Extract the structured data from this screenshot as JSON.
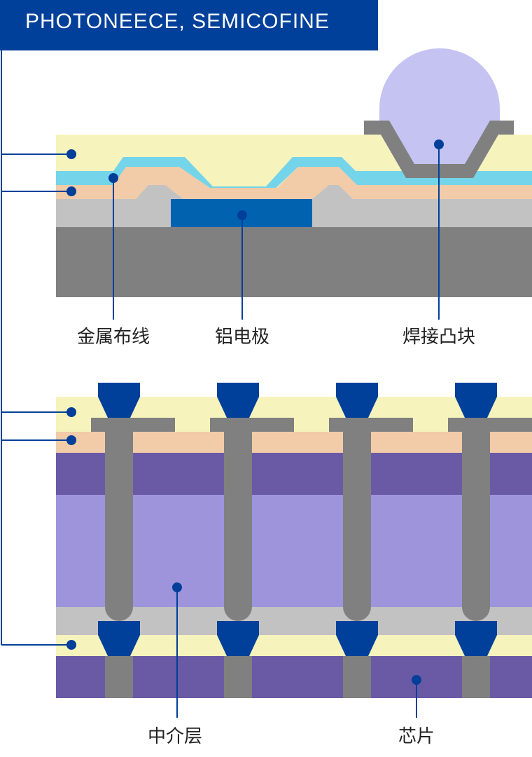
{
  "header": {
    "title": "PHOTONEECE, SEMICOFINE"
  },
  "labels": {
    "metal_wiring": "金属布线",
    "aluminum_electrode": "铝电极",
    "solder_bump": "焊接凸块",
    "interposer": "中介层",
    "chip": "芯片"
  },
  "colors": {
    "brand_blue": "#00409a",
    "marker_dot": "#003f99",
    "cream_layer": "#f6f3bd",
    "cyan_wiring": "#74d4e9",
    "peach_layer": "#f2cba8",
    "light_gray": "#c2c2c2",
    "dark_gray": "#808080",
    "electrode_blue": "#0163b0",
    "solder_ball": "#c4c3f2",
    "dark_purple": "#6a5aa6",
    "light_purple": "#9e94dc"
  }
}
